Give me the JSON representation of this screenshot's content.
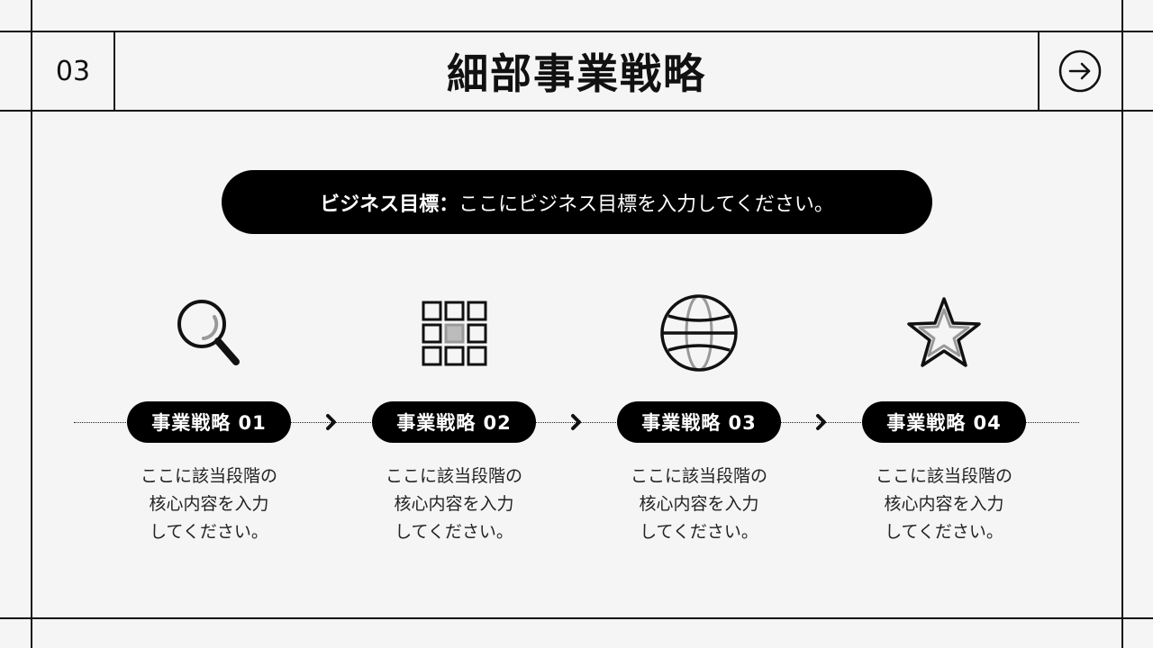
{
  "slide": {
    "number": "03",
    "title": "細部事業戦略"
  },
  "nav": {
    "next_icon": "arrow-right-circle-icon"
  },
  "goal": {
    "label": "ビジネス目標：",
    "text": "ここにビジネス目標を入力してください。"
  },
  "steps": [
    {
      "icon": "search-icon",
      "label": "事業戦略 01",
      "desc": [
        "ここに該当段階の",
        "核心内容を入力",
        "してください。"
      ]
    },
    {
      "icon": "grid-icon",
      "label": "事業戦略 02",
      "desc": [
        "ここに該当段階の",
        "核心内容を入力",
        "してください。"
      ]
    },
    {
      "icon": "globe-icon",
      "label": "事業戦略 03",
      "desc": [
        "ここに該当段階の",
        "核心内容を入力",
        "してください。"
      ]
    },
    {
      "icon": "star-icon",
      "label": "事業戦略 04",
      "desc": [
        "ここに該当段階の",
        "核心内容を入力",
        "してください。"
      ]
    }
  ],
  "colors": {
    "background": "#f5f5f5",
    "ink": "#111111",
    "accent_gray": "#999999"
  }
}
